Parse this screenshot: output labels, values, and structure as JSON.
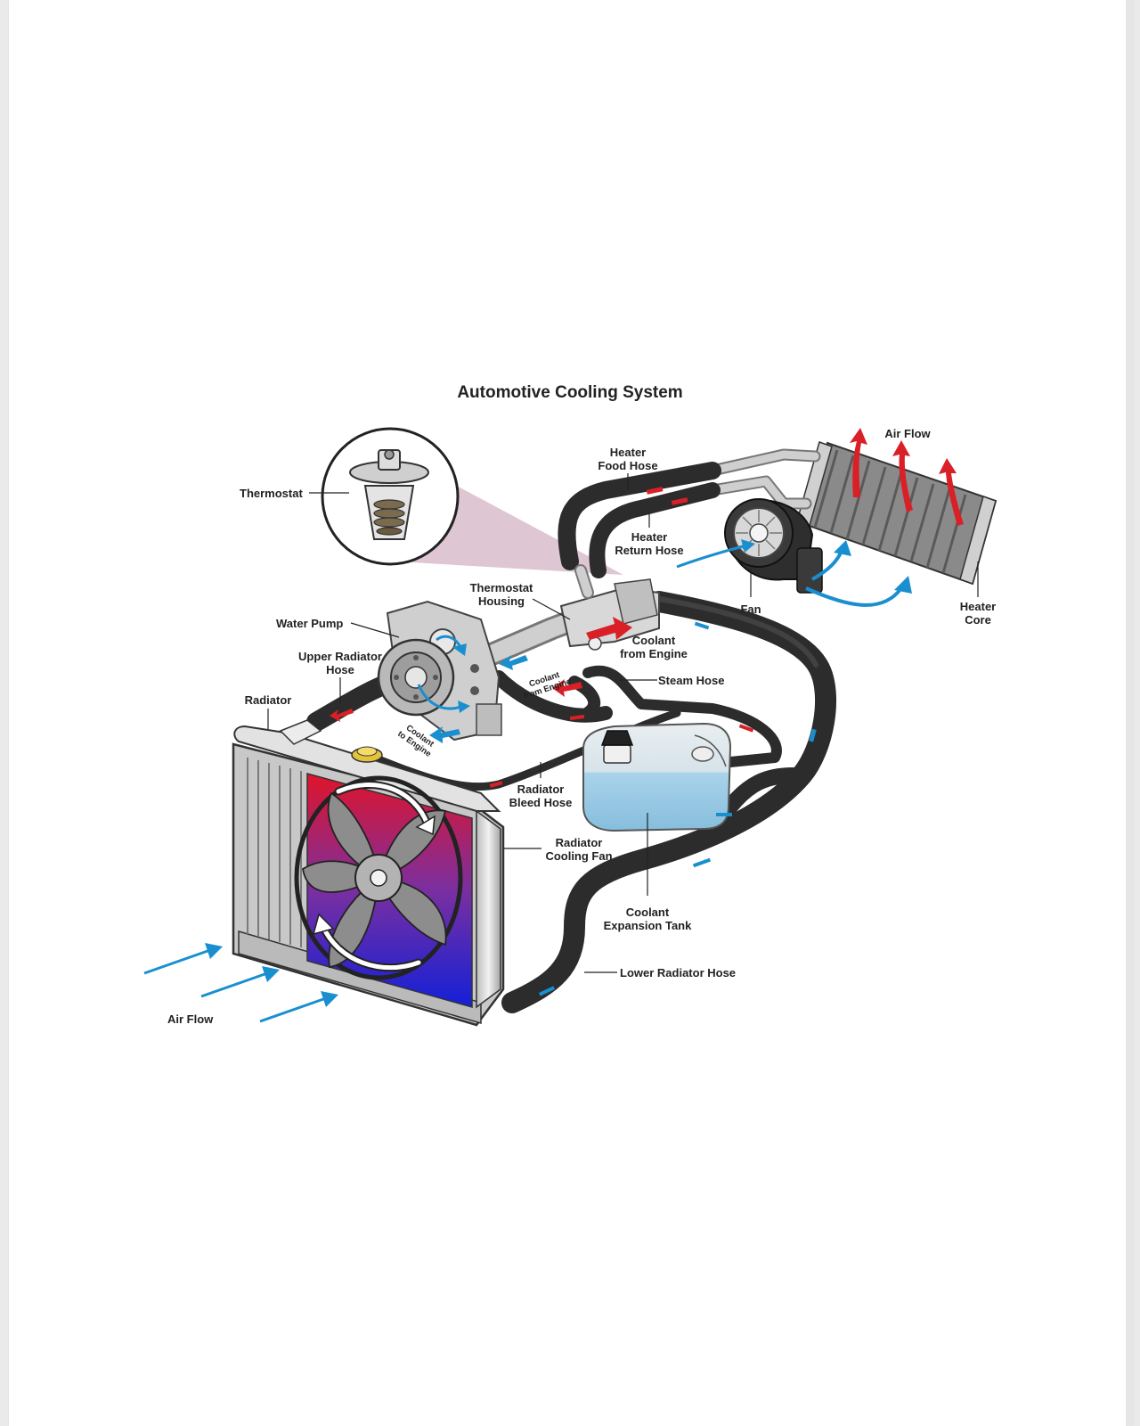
{
  "title": "Automotive Cooling System",
  "labels": {
    "thermostat": "Thermostat",
    "heater_food_hose": [
      "Heater",
      "Food Hose"
    ],
    "heater_return_hose": [
      "Heater",
      "Return Hose"
    ],
    "air_flow_top": "Air Flow",
    "thermostat_housing": [
      "Thermostat",
      "Housing"
    ],
    "water_pump": "Water Pump",
    "coolant_from_engine": [
      "Coolant",
      "from Engine"
    ],
    "fan": "Fan",
    "heater_core": [
      "Heater",
      "Core"
    ],
    "upper_radiator_hose": [
      "Upper Radiator",
      "Hose"
    ],
    "steam_hose": "Steam Hose",
    "coolant_from_engine_small": [
      "Coolant",
      "from Engine"
    ],
    "radiator": "Radiator",
    "coolant_to_engine_small": [
      "Coolant",
      "to Engine"
    ],
    "radiator_bleed_hose": [
      "Radiator",
      "Bleed Hose"
    ],
    "radiator_cooling_fan": [
      "Radiator",
      "Cooling Fan"
    ],
    "coolant_expansion_tank": [
      "Coolant",
      "Expansion Tank"
    ],
    "lower_radiator_hose": "Lower Radiator Hose",
    "air_flow_bottom": "Air Flow"
  },
  "colors": {
    "hot_arrow": "#d92027",
    "cool_arrow": "#1a8fd0",
    "hose": "#2c2c2c",
    "tank": "#a9d3ea",
    "thermostat_callout": "#d9bccb"
  }
}
